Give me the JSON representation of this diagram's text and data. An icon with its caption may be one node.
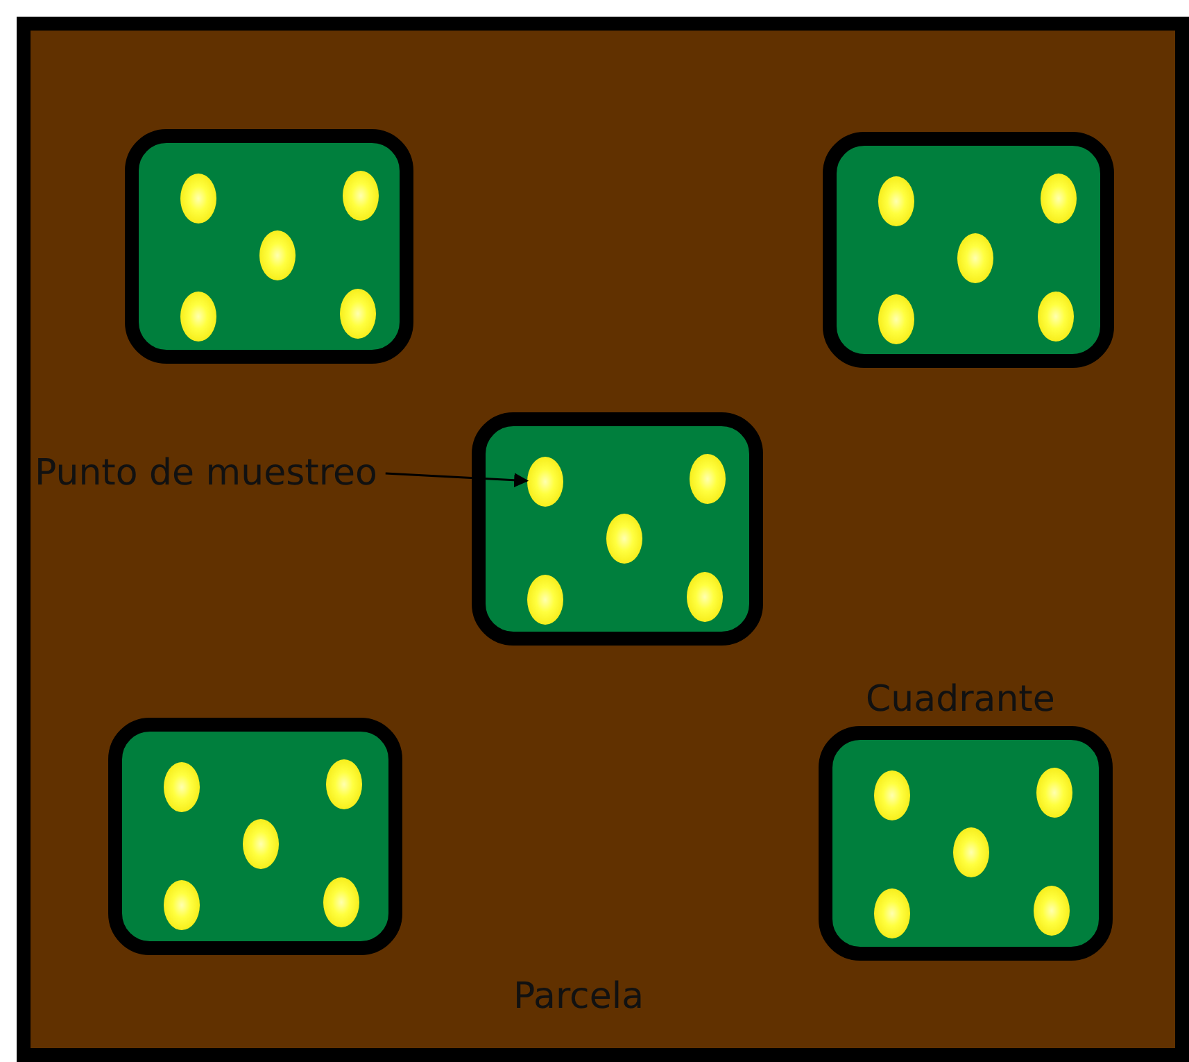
{
  "diagram": {
    "nodes": [
      {
        "text": [
          "Parcela"
        ]
      },
      {
        "text": [],
        "shape": "box",
        "in": 0
      },
      {
        "text": [],
        "shape": "box",
        "in": 0
      },
      {
        "text": [],
        "shape": "box",
        "in": 0
      },
      {
        "text": [],
        "shape": "box",
        "in": 0
      },
      {
        "text": [
          "Cuadrante"
        ],
        "in": 0
      },
      {
        "text": [
          "Punto de muestreo"
        ],
        "in": 0
      },
      {
        "text": [],
        "shape": "circle",
        "in": 1
      },
      {
        "text": [],
        "shape": "circle",
        "in": 1
      },
      {
        "text": [],
        "shape": "circle",
        "in": 1
      },
      {
        "text": [],
        "shape": "circle",
        "in": 1
      },
      {
        "text": [],
        "shape": "circle",
        "in": 1
      },
      {
        "text": [],
        "shape": "circle",
        "in": 2
      },
      {
        "text": [],
        "shape": "circle",
        "in": 2
      },
      {
        "text": [],
        "shape": "circle",
        "in": 2
      },
      {
        "text": [],
        "shape": "circle",
        "in": 2
      },
      {
        "text": [],
        "shape": "circle",
        "in": 2
      },
      {
        "text": [],
        "shape": "circle",
        "in": 3
      },
      {
        "text": [],
        "shape": "circle",
        "in": 3
      },
      {
        "text": [],
        "shape": "circle",
        "in": 3
      },
      {
        "text": [],
        "shape": "circle",
        "in": 3
      },
      {
        "text": [],
        "shape": "circle",
        "in": 3
      },
      {
        "text": [],
        "shape": "circle",
        "in": 4
      },
      {
        "text": [],
        "shape": "circle",
        "in": 4
      },
      {
        "text": [],
        "shape": "circle",
        "in": 4
      },
      {
        "text": [],
        "shape": "circle",
        "in": 4
      },
      {
        "text": [],
        "shape": "circle",
        "in": 4
      },
      {
        "text": [],
        "shape": "circle",
        "in": 5
      },
      {
        "text": [],
        "shape": "circle",
        "in": 5
      },
      {
        "text": [],
        "shape": "circle",
        "in": 5
      },
      {
        "text": [],
        "shape": "circle",
        "in": 5
      },
      {
        "text": [],
        "shape": "circle",
        "in": 5
      }
    ],
    "edges": [
      {
        "from": 6,
        "to": 17,
        "arrow": "to"
      }
    ]
  }
}
